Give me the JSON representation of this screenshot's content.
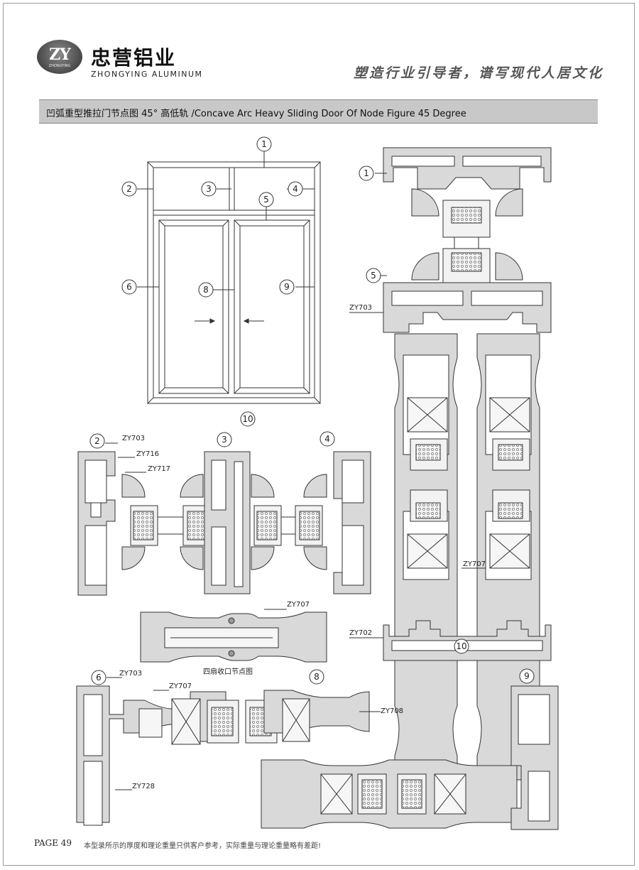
{
  "brand": {
    "logo_mark": "ZY",
    "logo_sub": "ZHONGYING",
    "name_cn": "忠营铝业",
    "name_en": "ZHONGYING ALUMINUM",
    "slogan": "塑造行业引导者，谱写现代人居文化"
  },
  "title": {
    "cn": "凹弧重型推拉门节点图 45° 高低轨",
    "en": "/Concave Arc Heavy Sliding Door Of Node Figure 45 Degree"
  },
  "elevation": {
    "callouts": [
      "1",
      "2",
      "3",
      "4",
      "5",
      "6",
      "8",
      "9",
      "10"
    ]
  },
  "labels": {
    "n1a": "1",
    "n5a": "5",
    "zy703a": "ZY703",
    "zy707a": "ZY707",
    "zy702": "ZY702",
    "n10a": "10",
    "n2": "2",
    "zy703b": "ZY703",
    "zy716": "ZY716",
    "zy717": "ZY717",
    "n3": "3",
    "n4": "4",
    "zy707b": "ZY707",
    "n6": "6",
    "zy703c": "ZY703",
    "zy707c": "ZY707",
    "n8": "8",
    "zy708": "ZY708",
    "n9": "9",
    "zy728": "ZY728"
  },
  "caption_four_leaf": "四扇收口节点图",
  "footer": {
    "page": "PAGE  49",
    "note": "本型录所示的厚度和理论重量只供客户参考，实际重量与理论重量略有差距!"
  },
  "colors": {
    "profile_fill": "#d9d9d9",
    "line": "#333333",
    "title_bar": "#c8c8c8"
  }
}
